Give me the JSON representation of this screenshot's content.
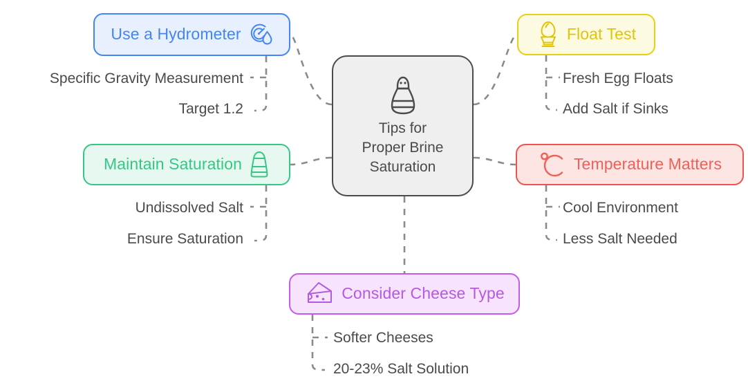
{
  "diagram": {
    "type": "mind-map",
    "background": "#ffffff",
    "connector_color": "#8a8a8a",
    "connector_style": "dashed"
  },
  "center": {
    "title": "Tips for Proper Brine Saturation",
    "title_line1": "Tips for",
    "title_line2": "Proper Brine",
    "title_line3": "Saturation",
    "icon": "salt-shaker-icon",
    "border_color": "#4a4a4a",
    "fill_color": "#efefef",
    "text_color": "#4a4a4a"
  },
  "branches": [
    {
      "id": "hydrometer",
      "label": "Use a Hydrometer",
      "icon": "hydrometer-gauge-icon",
      "icon_position": "right",
      "accent_color": "#4285f4",
      "fill_color": "#e8f0fe",
      "leaves": [
        "Specific Gravity Measurement",
        "Target 1.2"
      ]
    },
    {
      "id": "float-test",
      "label": "Float Test",
      "icon": "egg-in-cup-icon",
      "icon_position": "left",
      "accent_color": "#e0c407",
      "fill_color": "#fcfbe2",
      "leaves": [
        "Fresh Egg Floats",
        "Add Salt if Sinks"
      ]
    },
    {
      "id": "maintain-saturation",
      "label": "Maintain Saturation",
      "icon": "salt-mound-icon",
      "icon_position": "right",
      "accent_color": "#34c785",
      "fill_color": "#e7f8f0",
      "leaves": [
        "Undissolved Salt",
        "Ensure Saturation"
      ]
    },
    {
      "id": "temperature-matters",
      "label": "Temperature Matters",
      "icon": "celsius-degree-icon",
      "icon_position": "left",
      "accent_color": "#ee6159",
      "fill_color": "#fde5e4",
      "leaves": [
        "Cool Environment",
        "Less Salt Needed"
      ]
    },
    {
      "id": "consider-cheese-type",
      "label": "Consider Cheese Type",
      "icon": "cheese-wedge-icon",
      "icon_position": "left",
      "accent_color": "#b35ae0",
      "fill_color": "#f7e4fc",
      "leaves": [
        "Softer Cheeses",
        "20-23% Salt Solution"
      ]
    }
  ],
  "leaves": {
    "specific_gravity": "Specific Gravity Measurement",
    "target": "Target 1.2",
    "fresh_egg": "Fresh Egg Floats",
    "add_salt": "Add Salt if Sinks",
    "undissolved": "Undissolved Salt",
    "ensure": "Ensure Saturation",
    "cool": "Cool Environment",
    "less_salt": "Less Salt Needed",
    "softer": "Softer Cheeses",
    "salt_solution": "20-23% Salt Solution"
  }
}
